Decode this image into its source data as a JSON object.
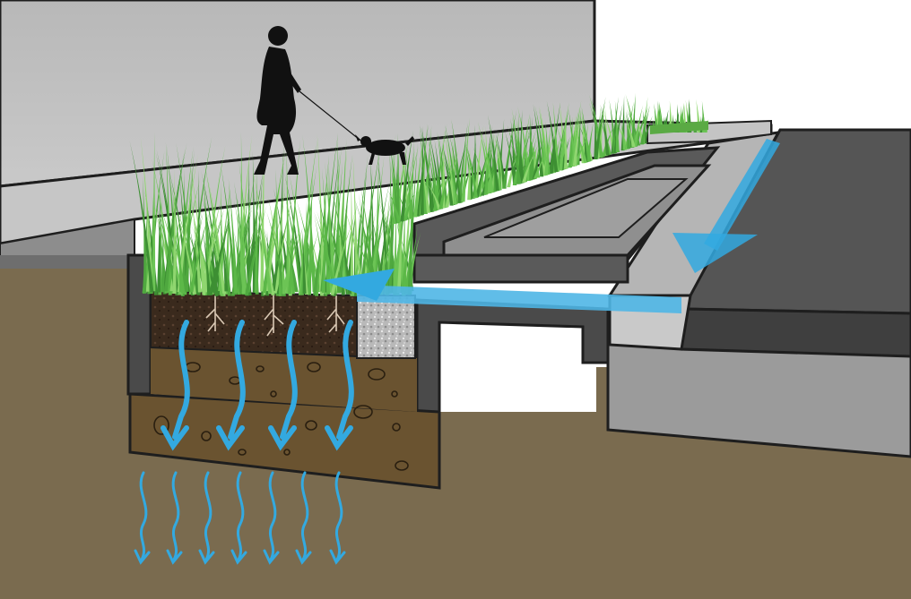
{
  "diagram": {
    "subject": "stormwater-planter-cross-section",
    "components": [
      "building-wall",
      "sidewalk",
      "pedestrian-with-dog",
      "planter-grasses",
      "planter-soil",
      "gravel-inlet",
      "curb",
      "gutter",
      "street",
      "native-subsoil"
    ],
    "flows": [
      "street-runoff",
      "curb-cut-inflow",
      "infiltration",
      "deep-percolation"
    ]
  },
  "colors": {
    "wall": "#bdbdbd",
    "wall_top": "#d3d3d3",
    "sidewalk": "#c4c4c4",
    "earth": "#7a6b4f",
    "concrete_dark": "#4a4a4a",
    "concrete_mid": "#9a9a9a",
    "asphalt": "#555555",
    "soil": "#3b2a1e",
    "subsoil": "#6a5330",
    "grass": "#58b84a",
    "water": "#33a9e0",
    "outline": "#1e1e1e"
  }
}
